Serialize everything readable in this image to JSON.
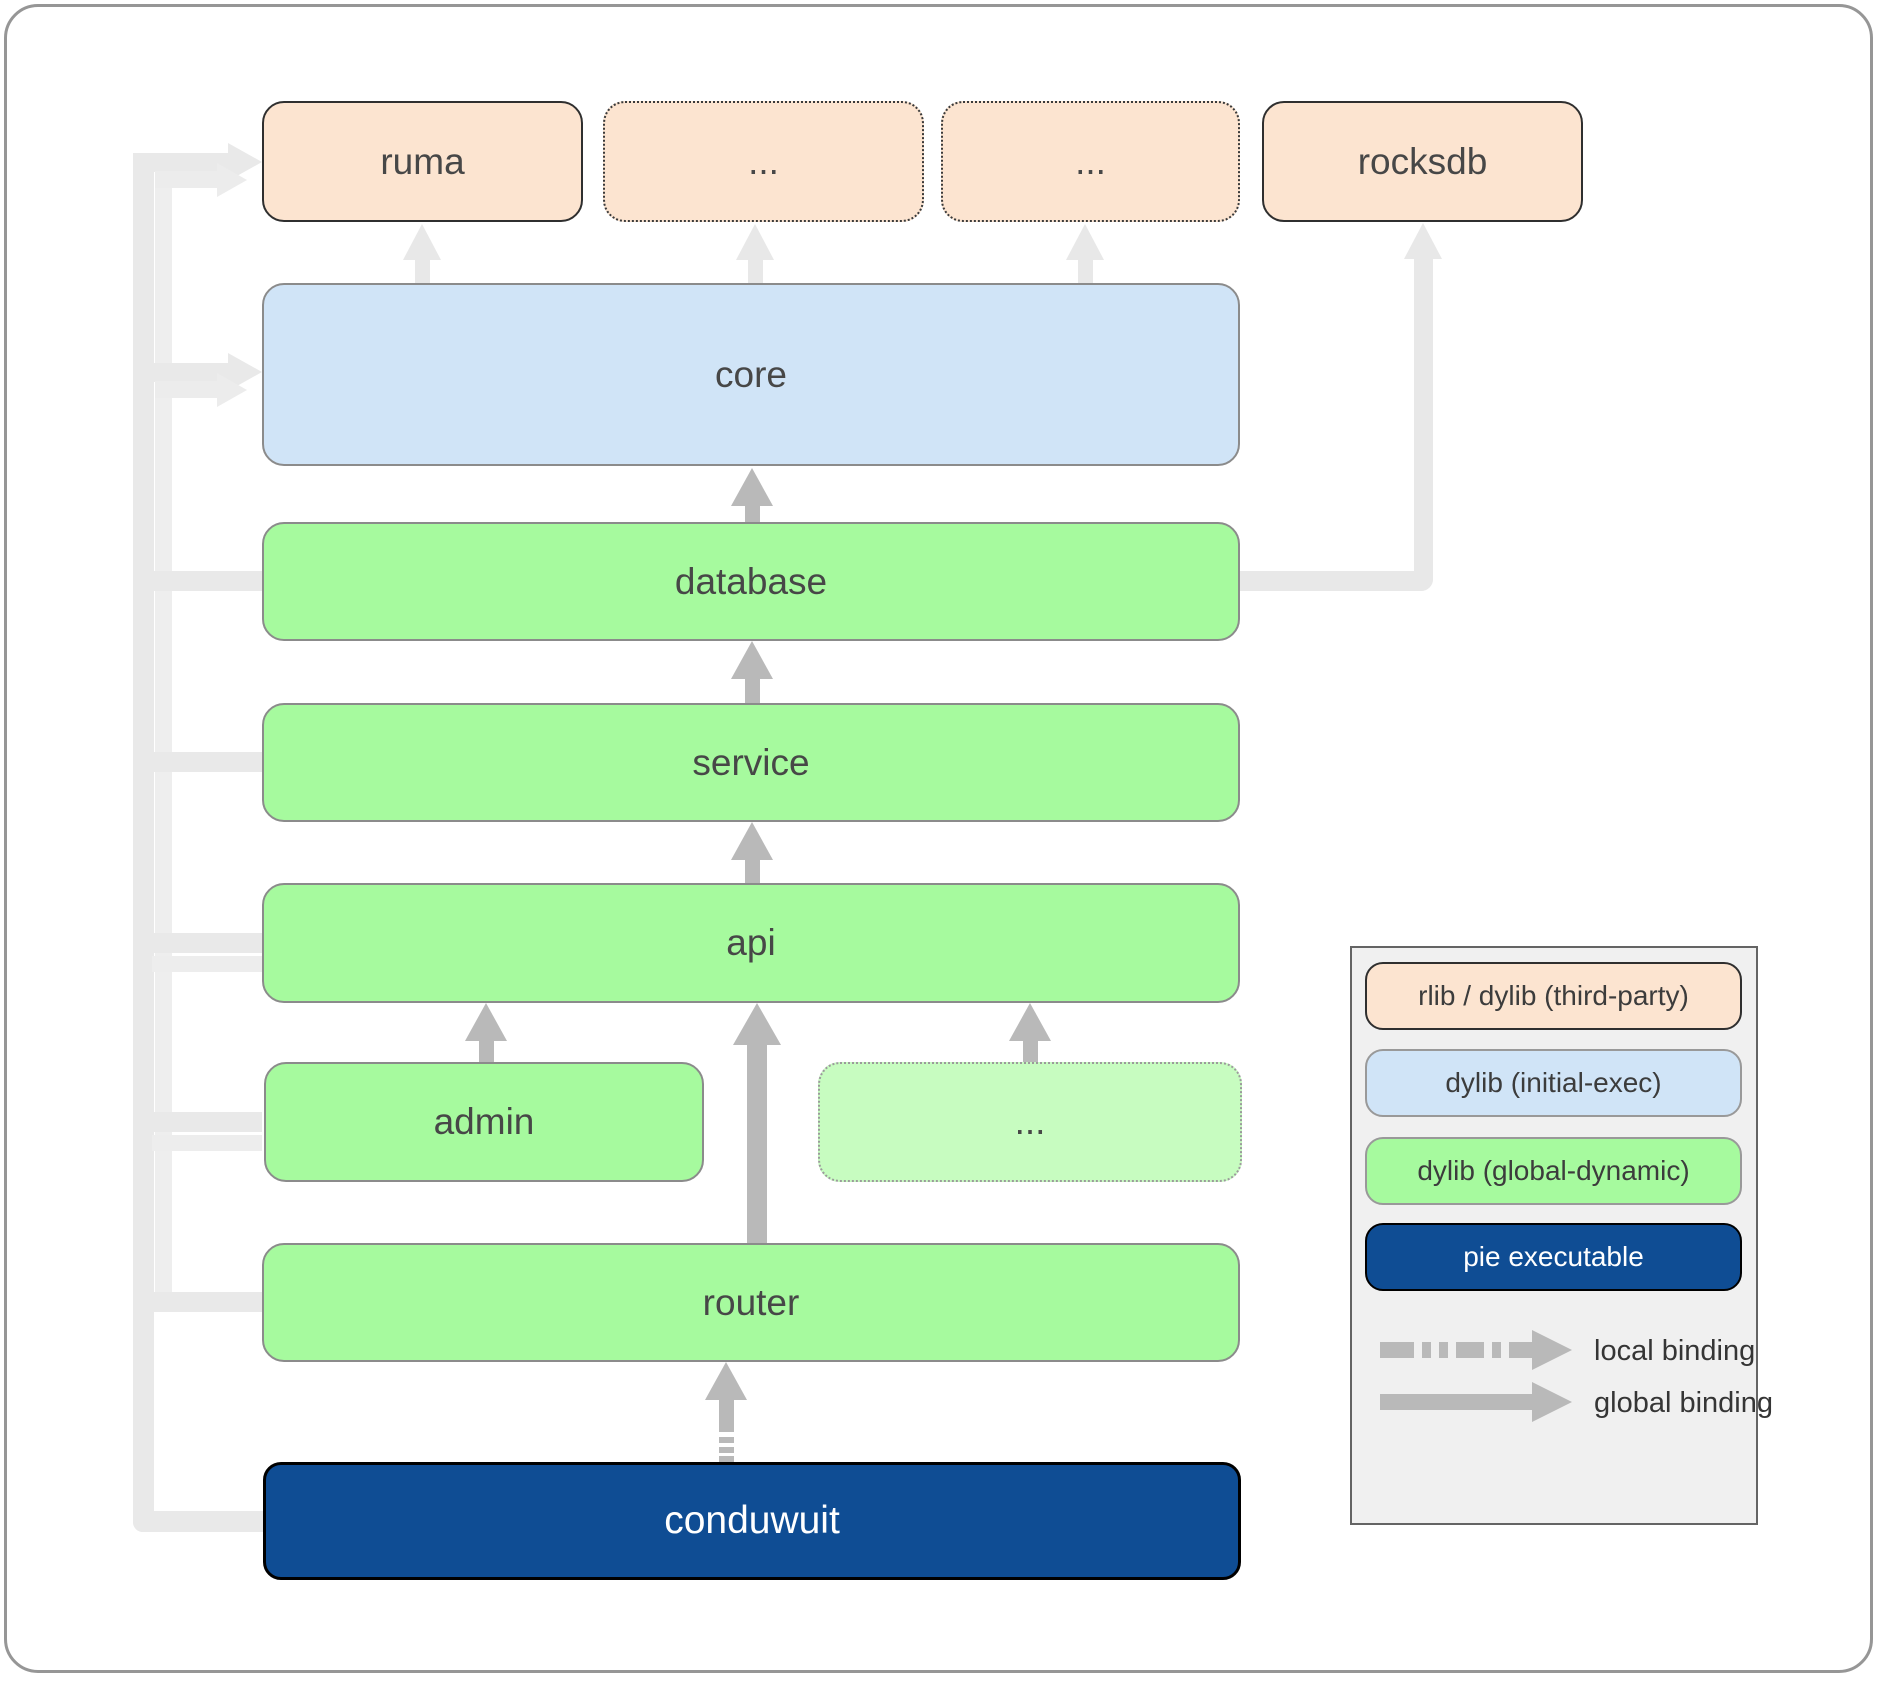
{
  "diagram_title": "conduwuit crate dependency / linking diagram",
  "nodes": {
    "ruma": {
      "label": "ruma"
    },
    "third_party_more_1": {
      "label": "..."
    },
    "third_party_more_2": {
      "label": "..."
    },
    "rocksdb": {
      "label": "rocksdb"
    },
    "core": {
      "label": "core"
    },
    "database": {
      "label": "database"
    },
    "service": {
      "label": "service"
    },
    "api": {
      "label": "api"
    },
    "admin": {
      "label": "admin"
    },
    "api_more": {
      "label": "..."
    },
    "router": {
      "label": "router"
    },
    "conduwuit": {
      "label": "conduwuit"
    }
  },
  "edges": [
    {
      "from": "conduwuit",
      "to": "router",
      "binding": "local"
    },
    {
      "from": "router",
      "to": "api",
      "binding": "global"
    },
    {
      "from": "admin",
      "to": "api",
      "binding": "global"
    },
    {
      "from": "api_more",
      "to": "api",
      "binding": "global"
    },
    {
      "from": "api",
      "to": "service",
      "binding": "global"
    },
    {
      "from": "service",
      "to": "database",
      "binding": "global"
    },
    {
      "from": "database",
      "to": "core",
      "binding": "global"
    },
    {
      "from": "database",
      "to": "rocksdb",
      "binding": "faded"
    },
    {
      "from": "core",
      "to": "ruma",
      "binding": "faded"
    },
    {
      "from": "core",
      "to": "third_party_more_1",
      "binding": "faded"
    },
    {
      "from": "core",
      "to": "third_party_more_2",
      "binding": "faded"
    },
    {
      "from": "left-bus",
      "to": "ruma",
      "binding": "faded"
    },
    {
      "from": "left-bus",
      "to": "core",
      "binding": "faded"
    }
  ],
  "legend": {
    "items": [
      {
        "label": "rlib / dylib (third-party)",
        "color": "#fce4d0"
      },
      {
        "label": "dylib (initial-exec)",
        "color": "#d0e4f7"
      },
      {
        "label": "dylib (global-dynamic)",
        "color": "#a6fa9e"
      },
      {
        "label": "pie executable",
        "color": "#0f4d94"
      }
    ],
    "local_binding_label": "local binding",
    "global_binding_label": "global binding"
  },
  "colors": {
    "third_party_fill": "#fce4d0",
    "initial_exec_fill": "#d0e4f7",
    "global_dynamic_fill": "#a6fa9e",
    "global_dynamic_faded_fill": "#c7fcc0",
    "pie_executable_fill": "#0f4d94",
    "binding_arrow": "#b9b9b9",
    "faded_arrow": "#e8e8e8",
    "label_text": "#474747"
  }
}
